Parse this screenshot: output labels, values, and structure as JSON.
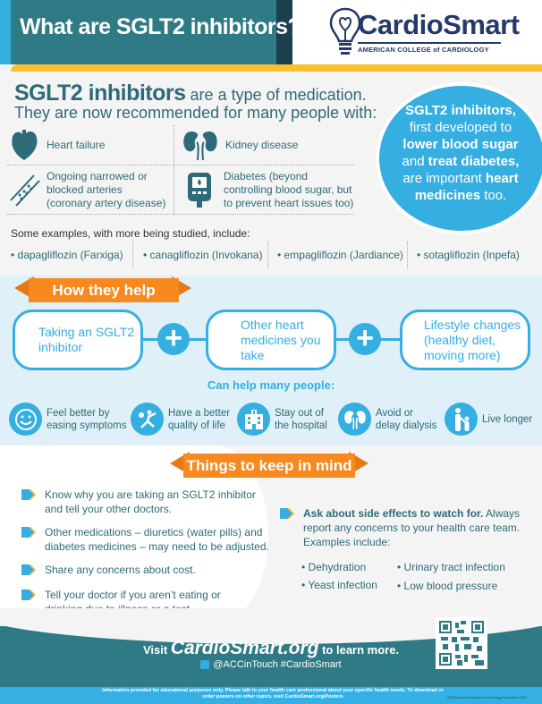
{
  "header": {
    "title": "What are SGLT2 inhibitors?",
    "logo_name": "CardioSmart",
    "logo_subtitle": "AMERICAN COLLEGE of CARDIOLOGY"
  },
  "intro": {
    "bold": "SGLT2 inhibitors",
    "line1_rest": " are a type of medication.",
    "line2": "They are now recommended for many people with:"
  },
  "conditions": [
    {
      "icon": "heart-icon",
      "text": "Heart failure"
    },
    {
      "icon": "kidney-icon",
      "text": "Kidney disease"
    },
    {
      "icon": "artery-icon",
      "text": "Ongoing narrowed or blocked arteries (coronary artery disease)"
    },
    {
      "icon": "glucose-meter-icon",
      "text": "Diabetes (beyond controlling blood sugar, but to prevent heart issues too)"
    }
  ],
  "callout": {
    "p1": "SGLT2 inhibitors,",
    "p2": "first developed to",
    "p3": "lower blood sugar",
    "p4a": "and ",
    "p4b": "treat diabetes,",
    "p5a": "are important ",
    "p5b": "heart",
    "p6a": "medicines",
    "p6b": " too."
  },
  "examples": {
    "title": "Some examples, with more being studied, include:",
    "drugs": [
      "• dapagliflozin (Farxiga)",
      "• canagliflozin (Invokana)",
      "• empagliflozin (Jardiance)",
      "• sotagliflozin (Inpefa)"
    ]
  },
  "how_they_help": {
    "ribbon": "How they help",
    "pills": [
      "Taking an SGLT2 inhibitor",
      "Other heart medicines you take",
      "Lifestyle changes (healthy diet, moving more)"
    ],
    "can_help": "Can help many  people:",
    "benefits": [
      {
        "icon": "smiley-icon",
        "line1": "Feel better by",
        "line2": "easing symptoms"
      },
      {
        "icon": "yoga-icon",
        "line1": "Have a better",
        "line2": "quality of life"
      },
      {
        "icon": "hospital-icon",
        "line1": "Stay out of",
        "line2": "the hospital"
      },
      {
        "icon": "kidney-icon",
        "line1": "Avoid or",
        "line2": "delay dialysis"
      },
      {
        "icon": "family-icon",
        "line1": "Live longer",
        "line2": ""
      }
    ]
  },
  "keep_in_mind": {
    "ribbon": "Things to keep in mind",
    "tips": [
      "Know why you are taking an SGLT2 inhibitor and tell your other doctors.",
      "Other medications – diuretics (water pills) and diabetes medicines – may need to be adjusted.",
      "Share any concerns about cost.",
      "Tell your doctor if you aren’t eating or drinking due to illness or a test."
    ],
    "side_effects": {
      "bold": "Ask about side effects to watch for.",
      "rest": " Always report any concerns to your health care team. Examples include:",
      "items": [
        "• Dehydration",
        "• Urinary tract infection",
        "• Yeast infection",
        "• Low blood pressure"
      ]
    }
  },
  "footer": {
    "visit_pre": "Visit ",
    "visit_brand": "CardioSmart.org",
    "visit_post": " to learn more.",
    "social": "@ACCinTouch  #CardioSmart",
    "disclaimer": "Information provided for educational purposes only. Please talk to your health care professional about your specific health needs. To download or order posters on other topics, visit CardioSmart.org/Posters",
    "copyright": "©2023 American College of Cardiology Foundation 23007"
  },
  "colors": {
    "teal": "#2e7a85",
    "blue": "#35aee2",
    "orange": "#f7891f",
    "yellow": "#fbbf2d",
    "navy": "#233a6b"
  }
}
